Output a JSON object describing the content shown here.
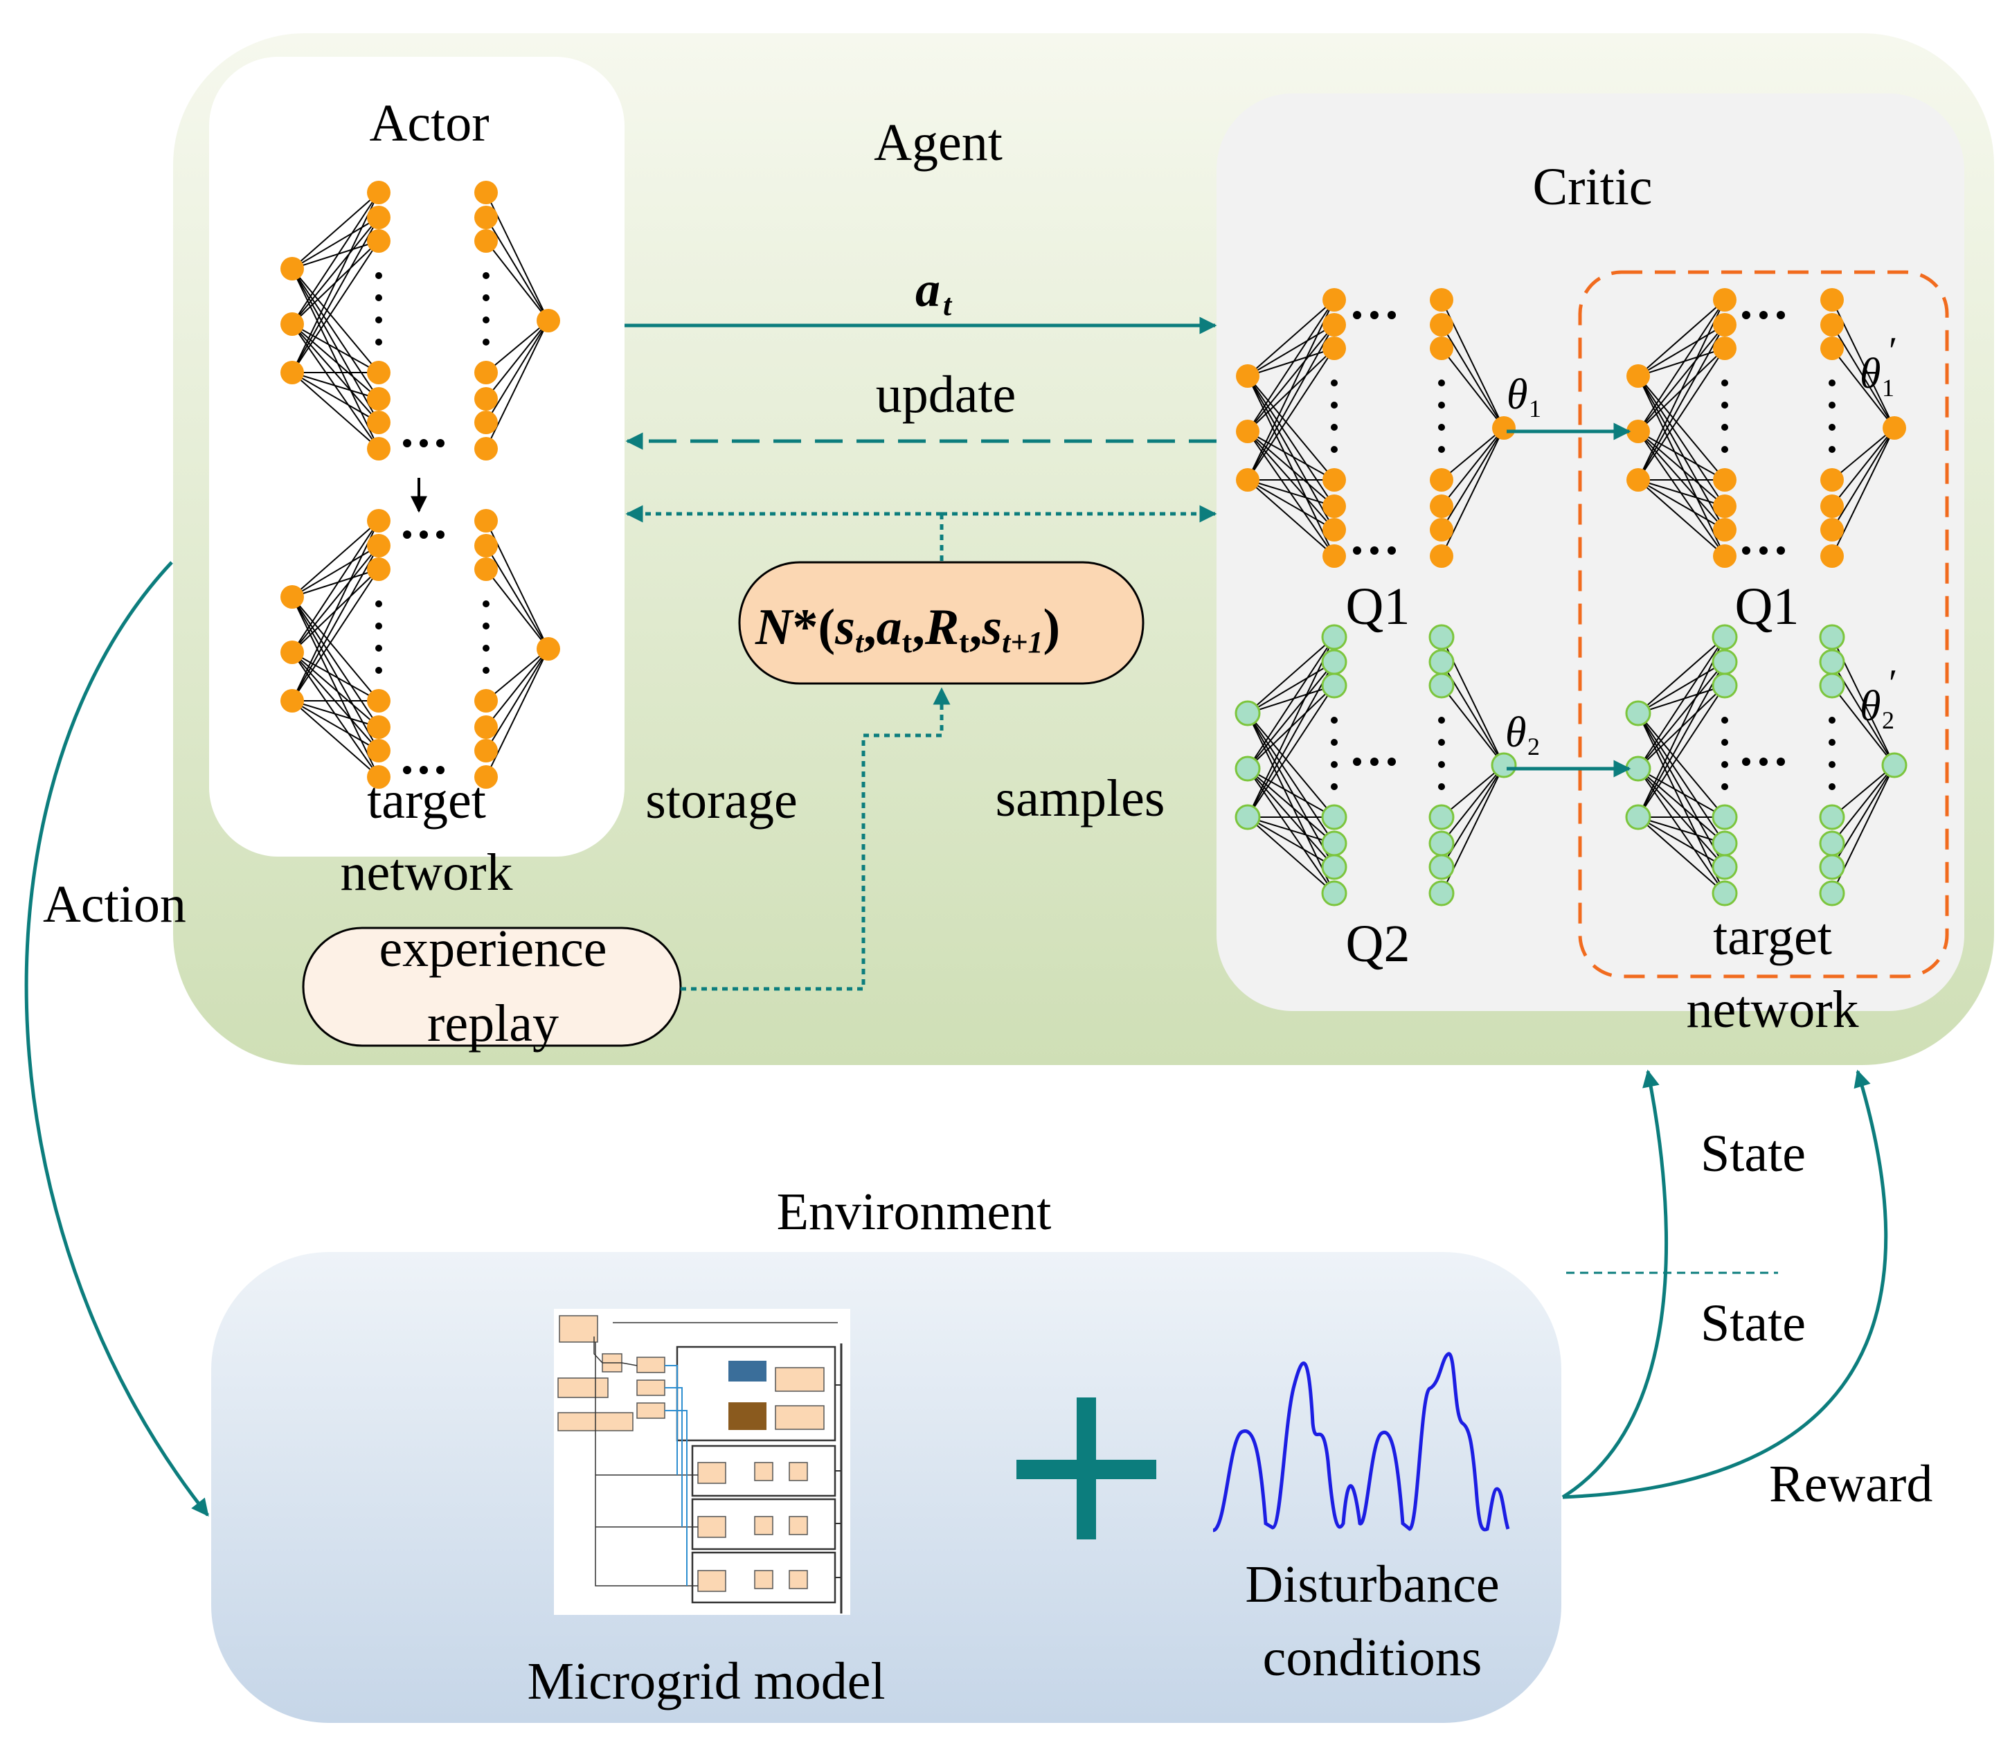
{
  "agent": {
    "title": "Agent",
    "actor": {
      "title": "Actor",
      "target_label_1": "target",
      "target_label_2": "network"
    },
    "critic": {
      "title": "Critic",
      "q1_label": "Q1",
      "q2_label": "Q2",
      "q1_target_label": "Q1",
      "target_label_1": "target",
      "target_label_2": "network"
    },
    "arrows": {
      "action_label": "a",
      "action_sub": "t",
      "update_label": "update",
      "storage_label": "storage",
      "samples_label": "samples"
    },
    "theta": {
      "symbol": "θ",
      "sub1": "1",
      "sub2": "2",
      "prime": "′"
    },
    "sample_tuple": {
      "N": "N",
      "star_open": "*(",
      "s": "s",
      "t": "t",
      "a": "a",
      "R": "R",
      "t1": "t+1",
      "comma": ",",
      "close": ")"
    },
    "replay": {
      "line1": "experience",
      "line2": "replay"
    }
  },
  "environment": {
    "title": "Environment",
    "microgrid_label": "Microgrid model",
    "disturbance_line1": "Disturbance",
    "disturbance_line2": "conditions",
    "plus": "+"
  },
  "signals": {
    "action": "Action",
    "state_top": "State",
    "state_bottom": "State",
    "reward": "Reward"
  },
  "colors": {
    "teal": "#0c7d7d",
    "orange_node": "#f99b12",
    "green_node": "#a7dfc6",
    "green_node_stroke": "#7cc53c",
    "agent_bg_top": "#f6f8ee",
    "agent_bg_bottom": "#cfdfb6",
    "critic_bg": "#f2f2f2",
    "tuple_fill": "#fbd7b3",
    "replay_fill": "#fdf1e6",
    "env_bg_top": "#eef3f8",
    "env_bg_bottom": "#c8d8e9",
    "target_dash": "#f16b1e",
    "disturbance_line": "#1c1ee3"
  }
}
